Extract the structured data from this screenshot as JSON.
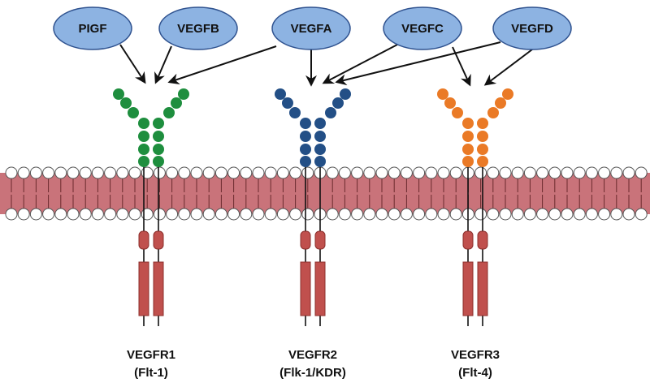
{
  "ligands": [
    {
      "id": "pigf",
      "label": "PIGF"
    },
    {
      "id": "vegfb",
      "label": "VEGFB"
    },
    {
      "id": "vegfa",
      "label": "VEGFA"
    },
    {
      "id": "vegfc",
      "label": "VEGFC"
    },
    {
      "id": "vegfd",
      "label": "VEGFD"
    }
  ],
  "receptors": [
    {
      "id": "vegfr1",
      "name": "VEGFR1",
      "alias": "(Flt-1)",
      "color": "#1e8e3e"
    },
    {
      "id": "vegfr2",
      "name": "VEGFR2",
      "alias": "(Flk-1/KDR)",
      "color": "#234f86"
    },
    {
      "id": "vegfr3",
      "name": "VEGFR3",
      "alias": "(Flt-4)",
      "color": "#ea7a26"
    }
  ],
  "bindings": [
    {
      "from": "pigf",
      "to": "vegfr1"
    },
    {
      "from": "vegfb",
      "to": "vegfr1"
    },
    {
      "from": "vegfa",
      "to": "vegfr1"
    },
    {
      "from": "vegfa",
      "to": "vegfr2"
    },
    {
      "from": "vegfc",
      "to": "vegfr2"
    },
    {
      "from": "vegfd",
      "to": "vegfr2"
    },
    {
      "from": "vegfc",
      "to": "vegfr3"
    },
    {
      "from": "vegfd",
      "to": "vegfr3"
    }
  ],
  "colors": {
    "ligand_fill": "#8db3e2",
    "ligand_stroke": "#2f528f",
    "membrane_fill": "#c9737a",
    "membrane_lines": "#6b2a2e",
    "head_fill": "#ffffff",
    "head_stroke": "#555555",
    "kinase_fill": "#c0504d",
    "kinase_stroke": "#8c2f2c",
    "arrow": "#111111"
  }
}
